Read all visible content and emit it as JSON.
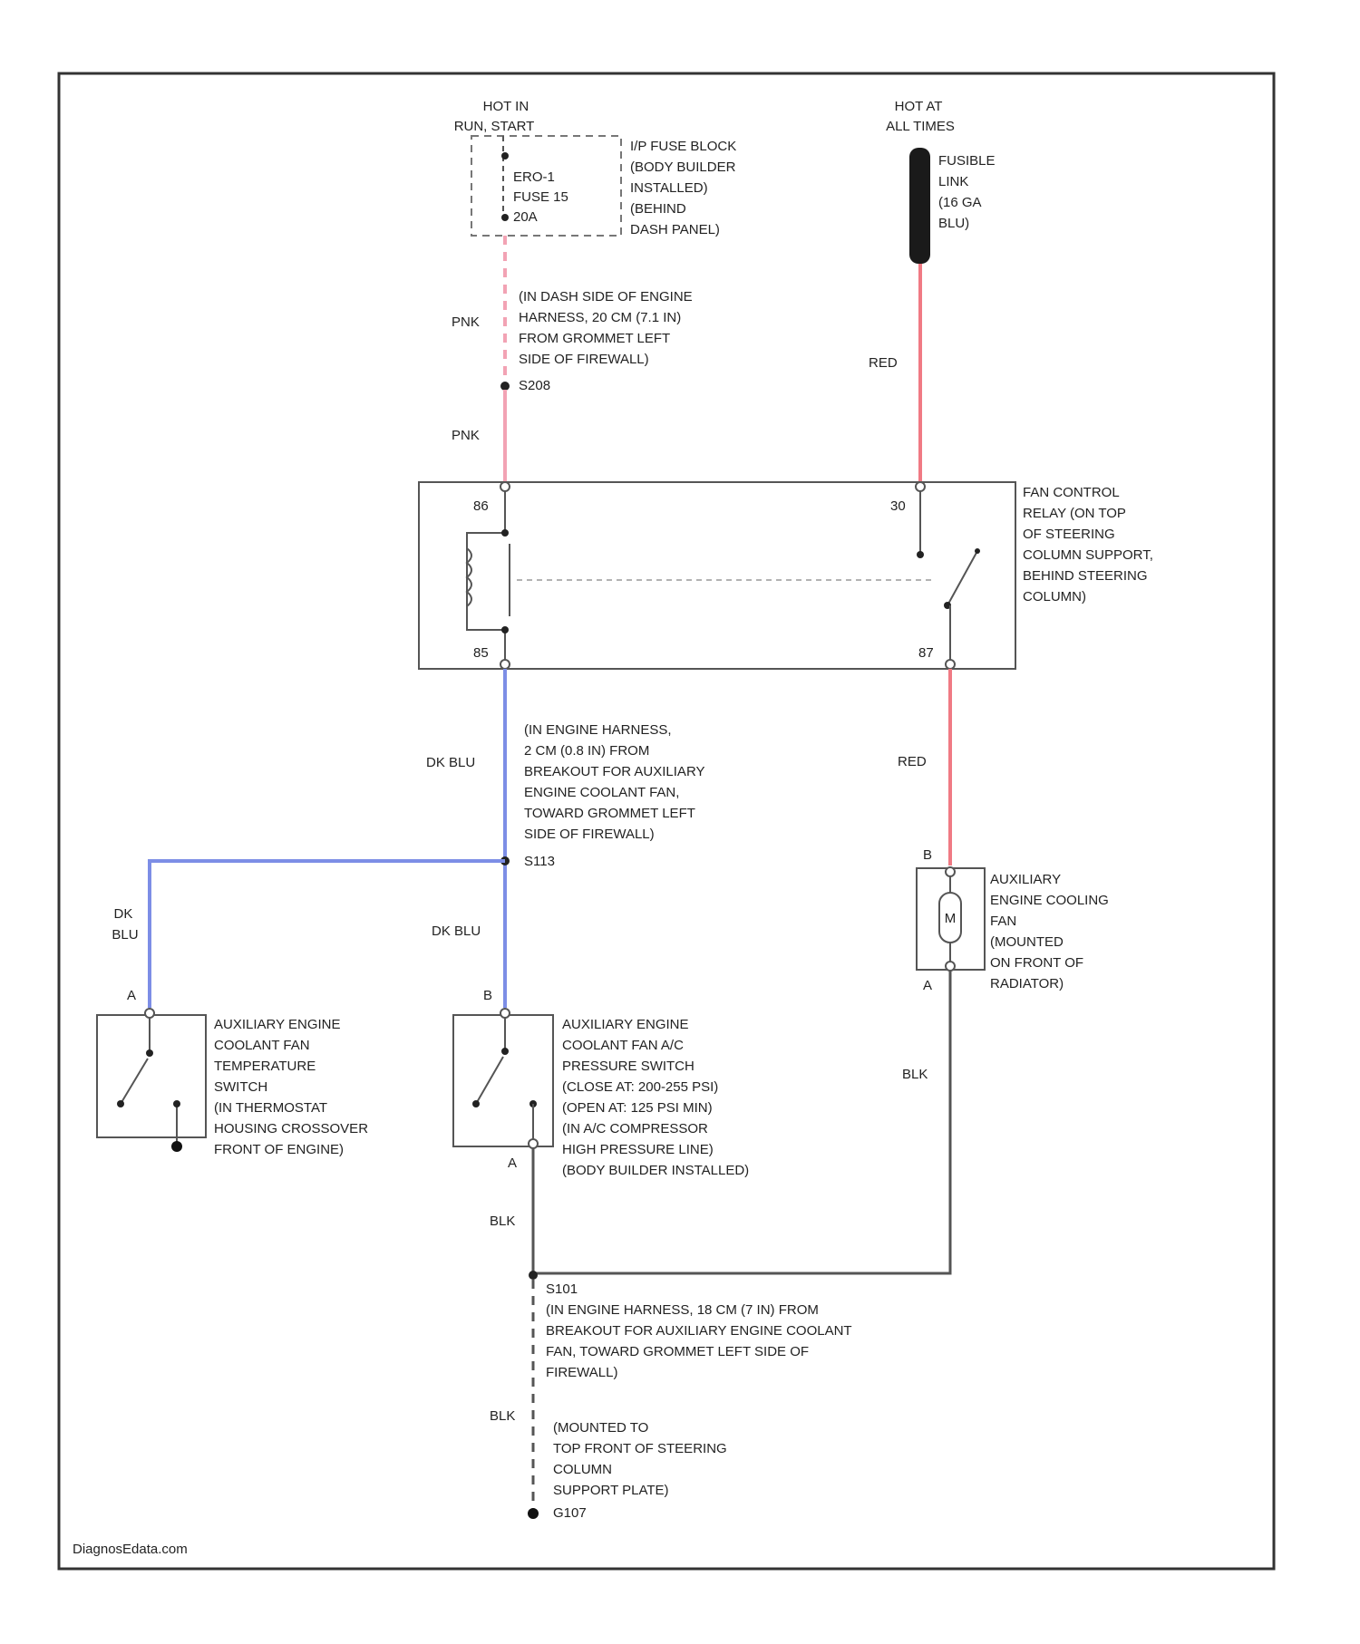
{
  "sources": {
    "hot_run_start": [
      "HOT IN",
      "RUN, START"
    ],
    "hot_all_times": [
      "HOT AT",
      "ALL TIMES"
    ]
  },
  "fuse_block": {
    "label": [
      "I/P FUSE BLOCK",
      "(BODY BUILDER",
      "INSTALLED)",
      "(BEHIND",
      "DASH PANEL)"
    ],
    "fuse": [
      "ERO-1",
      "FUSE 15",
      "20A"
    ]
  },
  "fusible_link": {
    "label": [
      "FUSIBLE",
      "LINK",
      "(16 GA",
      "BLU)"
    ]
  },
  "wires": {
    "pnk_upper": "PNK",
    "pnk_lower": "PNK",
    "red_upper": "RED",
    "red_lower": "RED",
    "dk_blu_main": "DK BLU",
    "dk_blu_left": [
      "DK",
      "BLU"
    ],
    "dk_blu_right": "DK BLU",
    "blk_fan": "BLK",
    "blk_switch": "BLK",
    "blk_ground": "BLK"
  },
  "splices": {
    "s_upper": {
      "label": [
        "(IN DASH SIDE OF ENGINE",
        "HARNESS, 20 CM (7.1 IN)",
        "FROM GROMMET LEFT",
        "SIDE OF FIREWALL)"
      ],
      "id": "S208"
    },
    "s_blu": {
      "label": [
        "(IN ENGINE HARNESS,",
        "2 CM (0.8 IN) FROM",
        "BREAKOUT FOR AUXILIARY",
        "ENGINE COOLANT FAN,",
        "TOWARD GROMMET LEFT",
        "SIDE OF FIREWALL)"
      ],
      "id": "S113"
    },
    "s_blk": {
      "id": "S101",
      "label": [
        "(IN ENGINE HARNESS, 18 CM (7 IN) FROM",
        "BREAKOUT FOR AUXILIARY ENGINE COOLANT",
        "FAN, TOWARD GROMMET LEFT SIDE OF",
        "FIREWALL)"
      ]
    }
  },
  "relay": {
    "label": [
      "FAN CONTROL",
      "RELAY (ON TOP",
      "OF STEERING",
      "COLUMN SUPPORT,",
      "BEHIND STEERING",
      "COLUMN)"
    ],
    "pins": {
      "p86": "86",
      "p85": "85",
      "p30": "30",
      "p87": "87"
    }
  },
  "fan": {
    "label": [
      "AUXILIARY",
      "ENGINE COOLING",
      "FAN",
      "(MOUNTED",
      "ON FRONT OF",
      "RADIATOR)"
    ],
    "symbol": "M",
    "pin_top": "B",
    "pin_bottom": "A"
  },
  "temp_switch": {
    "label": [
      "AUXILIARY ENGINE",
      "COOLANT FAN",
      "TEMPERATURE",
      "SWITCH",
      "(IN THERMOSTAT",
      "HOUSING CROSSOVER",
      "FRONT OF ENGINE)"
    ],
    "pin": "A"
  },
  "pressure_switch": {
    "label": [
      "AUXILIARY ENGINE",
      "COOLANT FAN A/C",
      "PRESSURE SWITCH",
      "(CLOSE AT: 200-255 PSI)",
      "(OPEN AT: 125 PSI MIN)",
      "(IN A/C COMPRESSOR",
      "HIGH PRESSURE LINE)",
      "(BODY BUILDER INSTALLED)"
    ],
    "pin_top": "B",
    "pin_bottom": "A"
  },
  "ground": {
    "label": [
      "(MOUNTED TO",
      "TOP FRONT OF STEERING",
      "COLUMN",
      "SUPPORT PLATE)"
    ],
    "id": "G107"
  },
  "watermark": "DiagnosEdata.com",
  "colors": {
    "pnk": "#f2a3b4",
    "red": "#f07a84",
    "dk_blu": "#7d8ee6",
    "blk": "#555555",
    "frame": "#333333"
  }
}
